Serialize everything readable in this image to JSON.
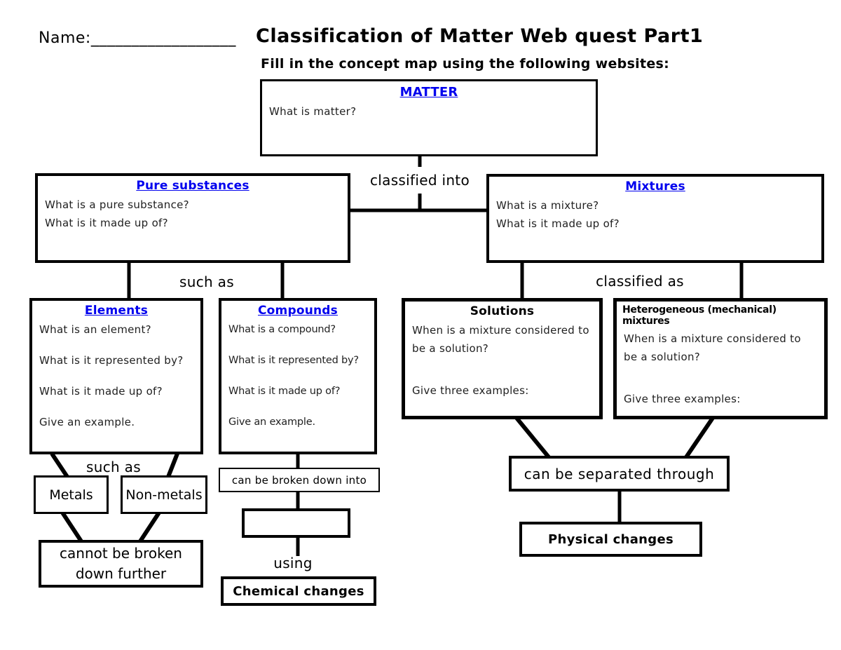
{
  "colors": {
    "link": "#0000ee",
    "line": "#000000"
  },
  "header": {
    "name_label": "Name:__________________",
    "title": "Classification of Matter Web quest  Part1",
    "subtitle": "Fill in the concept map using the following websites:"
  },
  "labels": {
    "classified_into": "classified into",
    "such_as_top": "such as",
    "classified_as": "classified as",
    "such_as_bottom": "such as",
    "using": "using"
  },
  "nodes": {
    "matter": {
      "title": "MATTER",
      "questions": [
        "What is matter?"
      ]
    },
    "pure_substances": {
      "title": "Pure substances",
      "questions": [
        "What is a pure substance?",
        "What is it made up of?"
      ]
    },
    "mixtures": {
      "title": "Mixtures",
      "questions": [
        "What is a mixture?",
        "What is it made up of?"
      ]
    },
    "elements": {
      "title": "Elements",
      "questions": [
        "What is an element?",
        "What is it represented by?",
        "What is it made up of?",
        "Give an example."
      ]
    },
    "compounds": {
      "title": "Compounds",
      "questions": [
        "What is a compound?",
        "What is it represented by?",
        "What is it made up of?",
        "Give an example."
      ]
    },
    "solutions": {
      "title": "Solutions",
      "questions": [
        "When is a mixture considered to be a solution?",
        "Give three examples:"
      ]
    },
    "heterogeneous": {
      "title": "Heterogeneous (mechanical) mixtures",
      "questions": [
        "When is a mixture considered to be a solution?",
        "Give three examples:"
      ]
    },
    "metals": {
      "label": "Metals"
    },
    "non_metals": {
      "label": "Non-metals"
    },
    "cannot_be_broken": {
      "label": "cannot be broken down further"
    },
    "can_be_broken": {
      "label": "can be broken down into"
    },
    "fill_in_blank": {
      "label": ""
    },
    "chemical_changes": {
      "label": "Chemical changes"
    },
    "can_be_separated": {
      "label": "can be separated through"
    },
    "physical_changes": {
      "label": "Physical changes"
    }
  }
}
